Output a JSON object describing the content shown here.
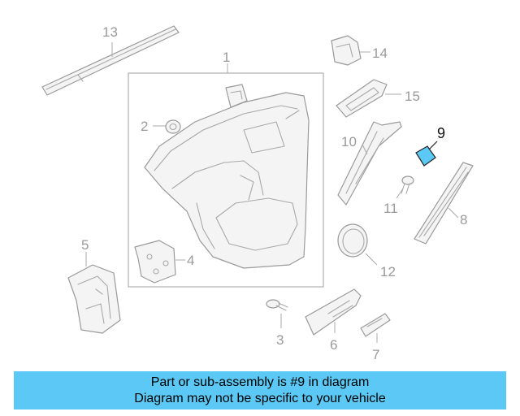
{
  "diagram": {
    "highlight_color": "#5bc8f5",
    "highlighted_part": "9",
    "callouts": {
      "p1": "1",
      "p2": "2",
      "p3": "3",
      "p4": "4",
      "p5": "5",
      "p6": "6",
      "p7": "7",
      "p8": "8",
      "p9": "9",
      "p10": "10",
      "p11": "11",
      "p12": "12",
      "p13": "13",
      "p14": "14",
      "p15": "15"
    }
  },
  "banner": {
    "line1": "Part or sub-assembly is #9 in diagram",
    "line2": "Diagram may not be specific to your vehicle",
    "background": "#5bc8f5"
  }
}
